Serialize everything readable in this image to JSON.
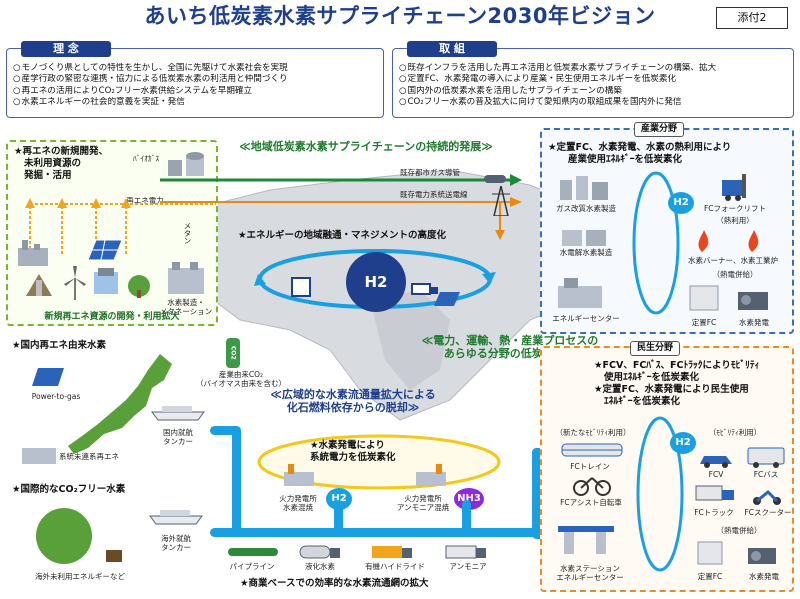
{
  "header": {
    "title": "あいち低炭素水素サプライチェーン2030年ビジョン",
    "badge": "添付2"
  },
  "philosophy": {
    "label": "理 念",
    "items": [
      "モノづくり県としての特性を生かし、全国に先駆けて水素社会を実現",
      "産学行政の緊密な連携・協力による低炭素水素の利活用と仲間づくり",
      "再エネの活用によりCO₂フリー水素供給システムを早期確立",
      "水素エネルギーの社会的意義を実証・発信"
    ]
  },
  "initiatives": {
    "label": "取 組",
    "items": [
      "既存インフラを活用した再エネ活用と低炭素水素サプライチェーンの構築、拡大",
      "定置FC、水素発電の導入により産業・民生使用エネルギーを低炭素化",
      "国内外の低炭素水素を活用したサプライチェーンの構築",
      "CO₂フリー水素の普及拡大に向けて愛知県内の取組成果を国内外に発信"
    ]
  },
  "left_green": {
    "heading_line1": "★再エネの新規開発、",
    "heading_line2": "未利用資源の",
    "heading_line3": "発掘・活用",
    "biogas": "ﾊﾞｲｵｶﾞｽ",
    "renewable_power": "再エネ電力",
    "methane": "メタン",
    "hydrogen_production": "水素製造・\nメタネーション",
    "footer": "新規再エネ資源の開発・利用拡大"
  },
  "top_slogan": "≪地域低炭素水素サプライチェーンの持続的発展≫",
  "existing_infra": {
    "gas": "既存都市ガス導管",
    "power": "既存電力系統送電線"
  },
  "center": {
    "energy_management": "★エネルギーの地域融通・マネジメントの高度化",
    "h2": "H2"
  },
  "industry": {
    "tag": "産業分野",
    "heading_line1": "★定置FC、水素発電、水素の熱利用により",
    "heading_line2": "産業使用ｴﾈﾙｷﾞｰを低炭素化",
    "gas_reforming": "ガス改質水素製造",
    "electrolysis": "水電解水素製造",
    "energy_center": "エネルギーセンター",
    "h2": "H2",
    "fc_forklift": "FCフォークリフト",
    "heat_use": "（熱利用）",
    "burner": "水素バーナー、水素工業炉",
    "cogeneration": "（熱電併給）",
    "stationary_fc": "定置FC",
    "hydrogen_power": "水素発電"
  },
  "middle_slogan": {
    "line1": "≪電力、運輸、熱・産業プロセスの",
    "line2": "あらゆる分野の低炭素化≫"
  },
  "co2_label": {
    "cylinder": "CO2",
    "line1": "産業由来CO₂",
    "line2": "（バイオマス由来を含む）"
  },
  "domestic": {
    "heading": "★国内再エネ由来水素",
    "power_to_gas": "Power-to-gas",
    "grid_renewable": "系統未連系再エネ",
    "tanker": "国内就航\nタンカー"
  },
  "wide_area_slogan": {
    "line1": "≪広域的な水素流通量拡大による",
    "line2": "化石燃料依存からの脱却≫"
  },
  "power_plant": {
    "heading_line1": "★水素発電により",
    "heading_line2": "系統電力を低炭素化",
    "plant1": "火力発電所\n水素混焼",
    "plant2": "火力発電所\nアンモニア混焼",
    "h2": "H2",
    "nh3": "NH3"
  },
  "international": {
    "heading": "★国際的なCO₂フリー水素",
    "tanker": "海外就航\nタンカー",
    "overseas": "海外未利用エネルギーなど"
  },
  "transport": {
    "pipeline": "パイプライン",
    "liquid_h2": "液化水素",
    "organic_hydride": "有機ハイドライド",
    "ammonia": "アンモニア",
    "footer": "★商業ベースでの効率的な水素流通網の拡大"
  },
  "civil": {
    "tag": "民生分野",
    "heading1_line1": "★FCV、FCﾊﾞｽ、FCﾄﾗｯｸによりﾓﾋﾞﾘﾃｨ",
    "heading1_line2": "使用ｴﾈﾙｷﾞｰを低炭素化",
    "heading2_line1": "★定置FC、水素発電により民生使用",
    "heading2_line2": "ｴﾈﾙｷﾞｰを低炭素化",
    "new_mobility": "（新たなﾓﾋﾞﾘﾃｨ利用）",
    "mobility_use": "（ﾓﾋﾞﾘﾃｨ利用）",
    "fc_train": "FCトレイン",
    "fc_bike": "FCアシスト自転車",
    "fcv": "FCV",
    "fc_bus": "FCバス",
    "fc_truck": "FCトラック",
    "fc_scooter": "FCスクーター",
    "cogeneration": "（熱電併給）",
    "station_line1": "水素ステーション",
    "station_line2": "エネルギーセンター",
    "stationary_fc": "定置FC",
    "hydrogen_power": "水素発電",
    "h2": "H2"
  }
}
